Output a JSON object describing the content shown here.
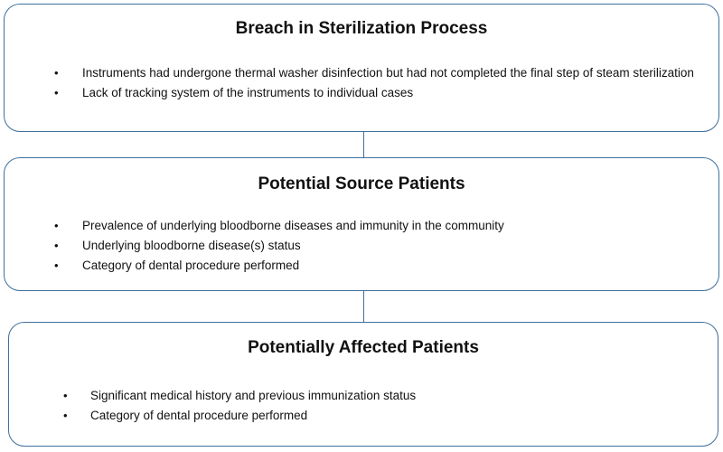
{
  "boxes": [
    {
      "title": "Breach in Sterilization Process",
      "bullets": [
        "Instruments had undergone thermal washer disinfection but had not completed the final step of steam sterilization",
        "Lack of tracking system of the instruments to individual cases"
      ]
    },
    {
      "title": "Potential Source Patients",
      "bullets": [
        "Prevalence of underlying bloodborne diseases and immunity in the community",
        "Underlying bloodborne disease(s) status",
        "Category of dental procedure performed"
      ]
    },
    {
      "title": "Potentially Affected Patients",
      "bullets": [
        "Significant medical history and previous immunization status",
        "Category of dental procedure performed"
      ]
    }
  ],
  "bullet_symbol": "•",
  "colors": {
    "box_border": "#3f6f9c",
    "text": "#111111",
    "background": "#ffffff"
  }
}
